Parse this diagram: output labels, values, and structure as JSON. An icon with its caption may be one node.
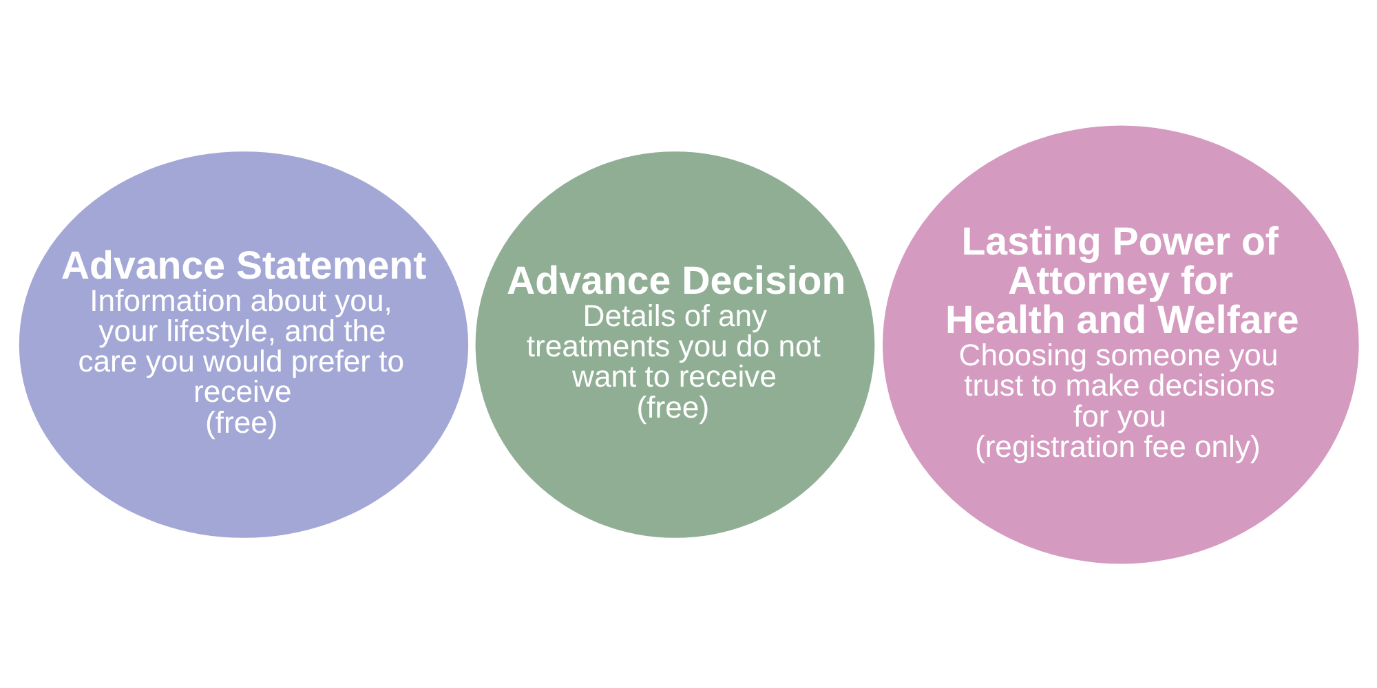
{
  "diagram": {
    "nodes": [
      {
        "text": [
          "Advance Statement",
          "Information about you, your lifestyle, and the care you would prefer to receive",
          "(free)"
        ]
      },
      {
        "text": [
          "Advance Decision",
          "Details of any treatments you do not want to receive",
          "(free)"
        ]
      },
      {
        "text": [
          "Lasting Power of Attorney for Health and Welfare",
          "Choosing someone you trust to make decisions for you",
          "(registration fee only)"
        ]
      }
    ]
  }
}
